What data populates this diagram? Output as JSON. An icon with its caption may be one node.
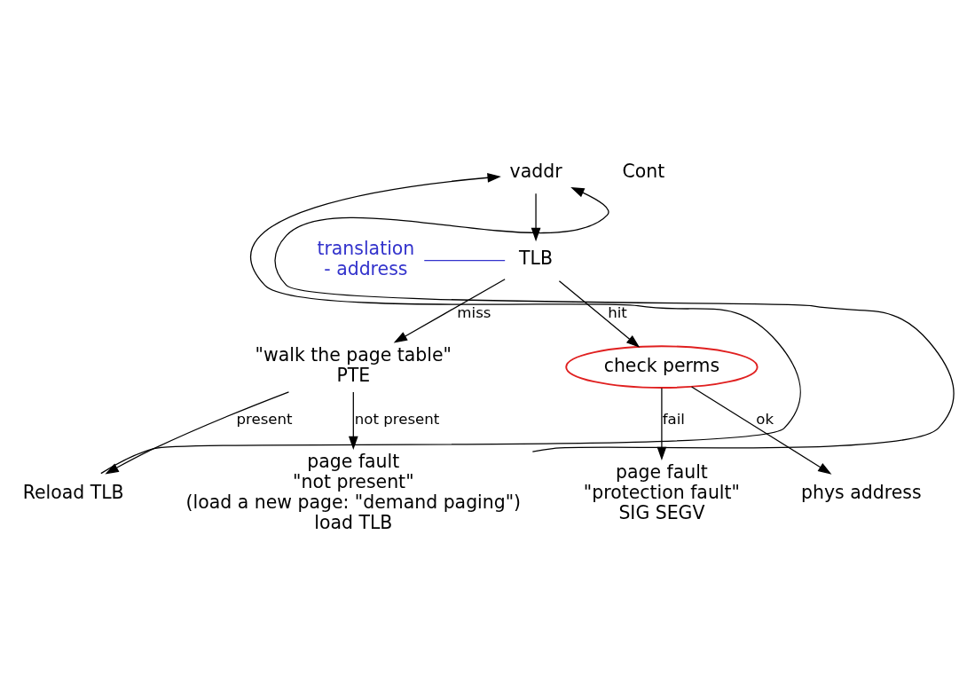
{
  "diagram": {
    "nodes": [
      {
        "text": [
          "vaddr"
        ]
      },
      {
        "text": [
          "TLB"
        ]
      },
      {
        "text": [
          "\"walk the page table\"",
          "PTE"
        ]
      },
      {
        "text": [
          "check perms"
        ]
      },
      {
        "text": [
          "page fault",
          "\"protection fault\"",
          "SIG SEGV"
        ]
      },
      {
        "text": [
          "phys address"
        ]
      },
      {
        "text": [
          "Reload TLB"
        ]
      },
      {
        "text": [
          "page fault",
          "\"not present\"",
          "(load a new page: \"demand paging\")",
          "load TLB"
        ]
      },
      {
        "text": [
          "translation",
          "- address"
        ]
      }
    ],
    "edges": [
      {
        "from": 0,
        "to": 1,
        "arrow": "to"
      },
      {
        "from": 1,
        "to": 2,
        "label": "miss",
        "arrow": "to"
      },
      {
        "from": 1,
        "to": 3,
        "label": "hit",
        "arrow": "to"
      },
      {
        "from": 3,
        "to": 4,
        "label": "fail",
        "arrow": "to"
      },
      {
        "from": 3,
        "to": 5,
        "label": "ok",
        "arrow": "to"
      },
      {
        "from": 2,
        "to": 6,
        "label": "present",
        "arrow": "to"
      },
      {
        "from": 2,
        "to": 7,
        "label": "not present",
        "arrow": "to"
      },
      {
        "from": 6,
        "to": 0,
        "arrow": "to"
      },
      {
        "from": 7,
        "to": 0,
        "arrow": "to"
      },
      {
        "from": 8,
        "to": 1,
        "arrow": "none",
        "color": "#3333cc"
      }
    ],
    "labels": [
      "Cont"
    ]
  }
}
